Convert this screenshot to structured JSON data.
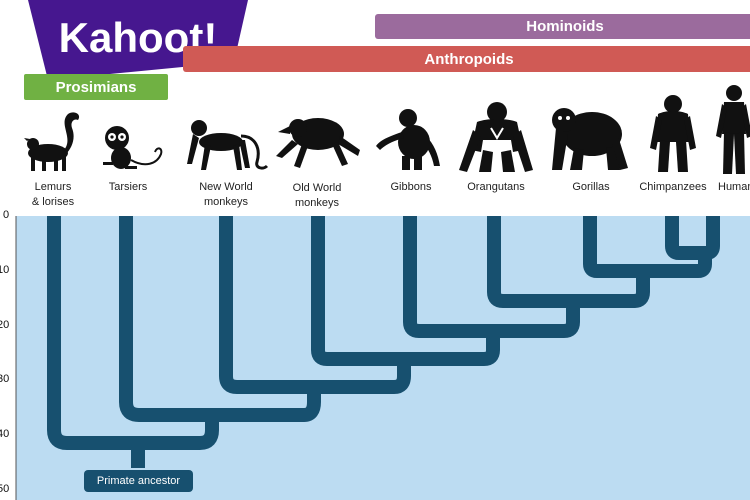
{
  "brand": {
    "name": "Kahoot!"
  },
  "groups": {
    "hominoids": "Hominoids",
    "anthropoids": "Anthropoids",
    "prosimians": "Prosimians"
  },
  "species": [
    {
      "label": "Lemurs\n& lorises",
      "icon": "lemur-icon"
    },
    {
      "label": "Tarsiers",
      "icon": "tarsier-icon"
    },
    {
      "label": "New World\nmonkeys",
      "icon": "new-world-monkey-icon"
    },
    {
      "label": "Old World\nmonkeys",
      "icon": "old-world-monkey-icon"
    },
    {
      "label": "Gibbons",
      "icon": "gibbon-icon"
    },
    {
      "label": "Orangutans",
      "icon": "orangutan-icon"
    },
    {
      "label": "Gorillas",
      "icon": "gorilla-icon"
    },
    {
      "label": "Chimpanzees",
      "icon": "chimpanzee-icon"
    },
    {
      "label": "Humans",
      "icon": "human-icon"
    }
  ],
  "axis": {
    "ticks": [
      "0",
      "10",
      "20",
      "30",
      "40",
      "50"
    ]
  },
  "root_label": "Primate ancestor",
  "colors": {
    "branch": "#17506f",
    "background": "#bcdcf2",
    "hominoids": "#9b6b9d",
    "anthropoids": "#d05a55",
    "prosimians": "#70b143",
    "logo": "#46178f"
  }
}
